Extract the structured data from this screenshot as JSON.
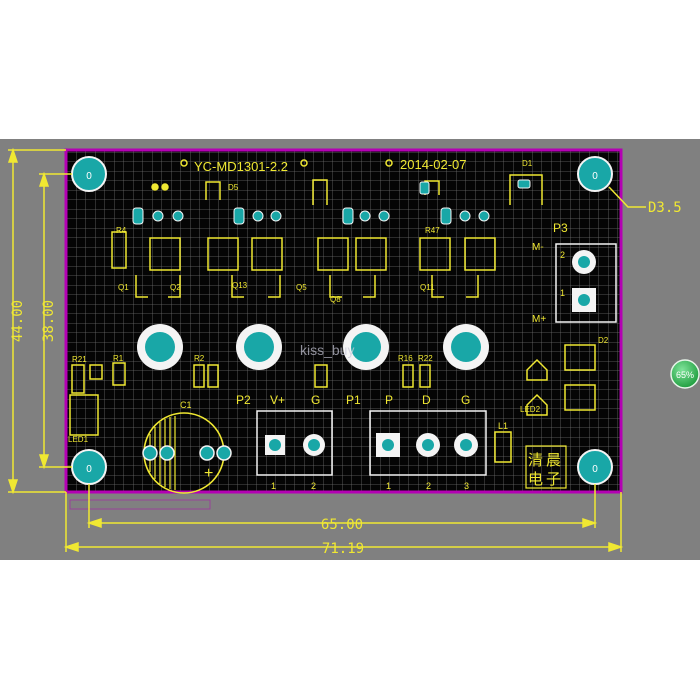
{
  "board": {
    "model_label": "YC-MD1301-2.2",
    "date_label": "2014-02-07",
    "maker_text": [
      "清",
      "晨",
      "电",
      "子"
    ],
    "watermark": "kiss_buy"
  },
  "dimensions": {
    "height_outer": "44.00",
    "height_inner": "38.00",
    "width_holes": "65.00",
    "width_outer": "71.19",
    "hole_dia": "D3.5"
  },
  "connectors": {
    "p3_label": "P3",
    "p3_pin1": "1",
    "p3_pin2": "2",
    "motor_minus": "M-",
    "motor_plus": "M+",
    "p2_label": "P2",
    "p2_vplus": "V+",
    "p2_g": "G",
    "p2_pin1": "1",
    "p2_pin2": "2",
    "p1_label": "P1",
    "p1_p": "P",
    "p1_d": "D",
    "p1_g": "G",
    "p1_pin1": "1",
    "p1_pin2": "2",
    "p1_pin3": "3"
  },
  "components": {
    "mount_hole_mark": "0",
    "c1": "C1",
    "c1_plus": "+",
    "l1": "L1",
    "d1": "D1",
    "d2": "D2",
    "d5": "D5",
    "r1": "R1",
    "r2": "R2",
    "r16": "R16",
    "r22": "R22",
    "r21": "R21",
    "r4": "R4",
    "r47": "R47",
    "led1": "LED1",
    "led2": "LED2",
    "q1": "Q1",
    "q2": "Q2",
    "q5": "Q5",
    "q8": "Q8",
    "q11": "Q11",
    "q13": "Q13"
  },
  "badge": {
    "text": "65%"
  },
  "colors": {
    "frame_bg": "#808080",
    "board": "#050505",
    "grid": "#6c6c6c",
    "outline": "#b400b4",
    "silkscreen": "#f0e832",
    "pad": "#19a7a7",
    "pad_ring": "#f4f4f4",
    "badge": "#2aba4b"
  }
}
